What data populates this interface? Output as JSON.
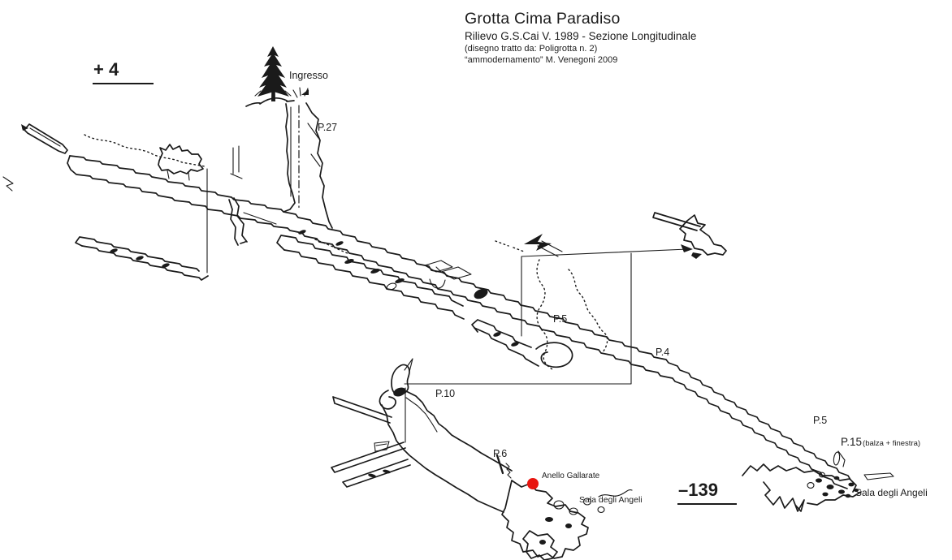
{
  "header": {
    "title": "Grotta Cima Paradiso",
    "subtitle": "Rilievo G.S.Cai V. 1989 - Sezione Longitudinale",
    "source_note": "(disegno tratto da: Poligrotta n. 2)",
    "revision_note": "“ammodernamento” M. Venegoni 2009"
  },
  "elevations": {
    "entrance_height": "+ 4",
    "max_depth": "–139"
  },
  "labels": {
    "entrance": "Ingresso",
    "pitch_p27": "P.27",
    "pitch_p5_mid": "P.5",
    "pitch_p4": "P.4",
    "pitch_p10": "P.10",
    "pitch_p6": "P.6",
    "pitch_p5_right": "P.5",
    "pitch_p15": "P.15",
    "pitch_p15_note": "(balza + finestra)",
    "hall_mid": "Sala degli Angeli",
    "hall_right": "Sala degli Angeli"
  },
  "marker": {
    "label": "Anello Gallarate",
    "color": "#e8150f"
  },
  "drawing": {
    "ink_color": "#1a1a1a",
    "background": "#ffffff"
  }
}
